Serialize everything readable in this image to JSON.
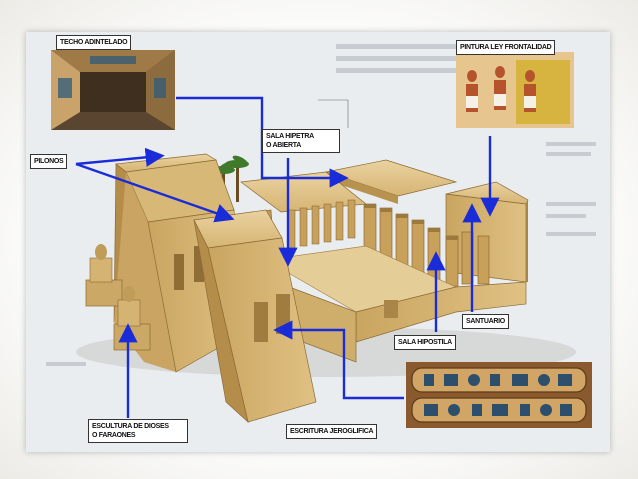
{
  "labels": {
    "techo": "TECHO ADINTELADO",
    "pintura": "PINTURA LEY FRONTALIDAD",
    "sala_hipetra": "SALA HIPETRA\nO ABIERTA",
    "pilonos": "PILONOS",
    "santuario": "SANTUARIO",
    "sala_hipostila": "SALA HIPOSTILA",
    "escultura": "ESCULTURA DE DIOSES\nO FARAONES",
    "escritura": "ESCRITURA JEROGLIFICA"
  },
  "colors": {
    "arrow": "#1a2bd8",
    "stone": "#d9b877",
    "stone_dark": "#b08a48",
    "label_border": "#333333"
  }
}
